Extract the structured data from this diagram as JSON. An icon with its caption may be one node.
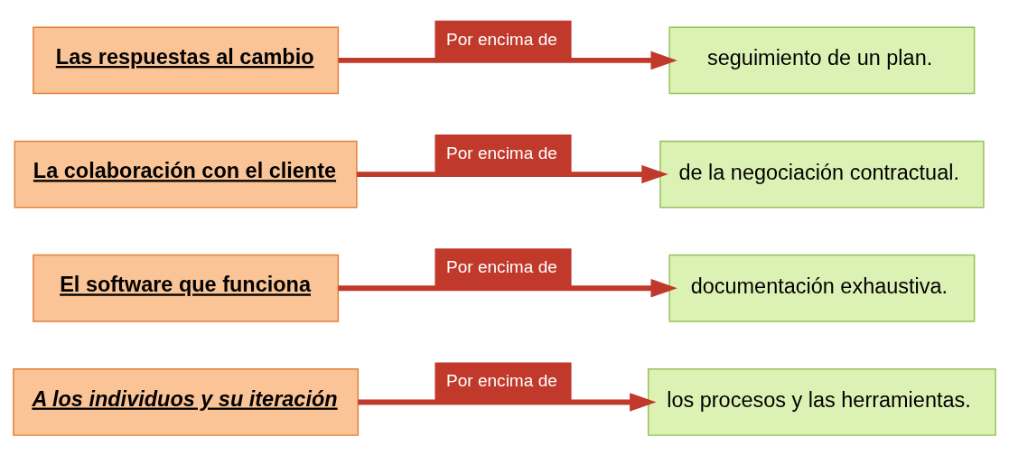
{
  "diagram": {
    "nodes": [
      {
        "text": [
          "A los individuos y su iteración"
        ]
      },
      {
        "text": [
          "los procesos y las herramientas."
        ]
      },
      {
        "text": [
          "El software que funciona"
        ]
      },
      {
        "text": [
          "documentación exhaustiva."
        ]
      },
      {
        "text": [
          "La colaboración con el cliente"
        ]
      },
      {
        "text": [
          "de la negociación contractual."
        ]
      },
      {
        "text": [
          "Las respuestas al cambio"
        ]
      },
      {
        "text": [
          "seguimiento de un plan."
        ]
      }
    ],
    "edges": [
      {
        "from": 0,
        "to": 1,
        "arrow": "to",
        "label": "Por encima de"
      },
      {
        "from": 2,
        "to": 3,
        "arrow": "to",
        "label": "Por encima de"
      },
      {
        "from": 4,
        "to": 5,
        "arrow": "to",
        "label": "Por encima de"
      },
      {
        "from": 6,
        "to": 7,
        "arrow": "to",
        "label": "Por encima de"
      }
    ]
  }
}
